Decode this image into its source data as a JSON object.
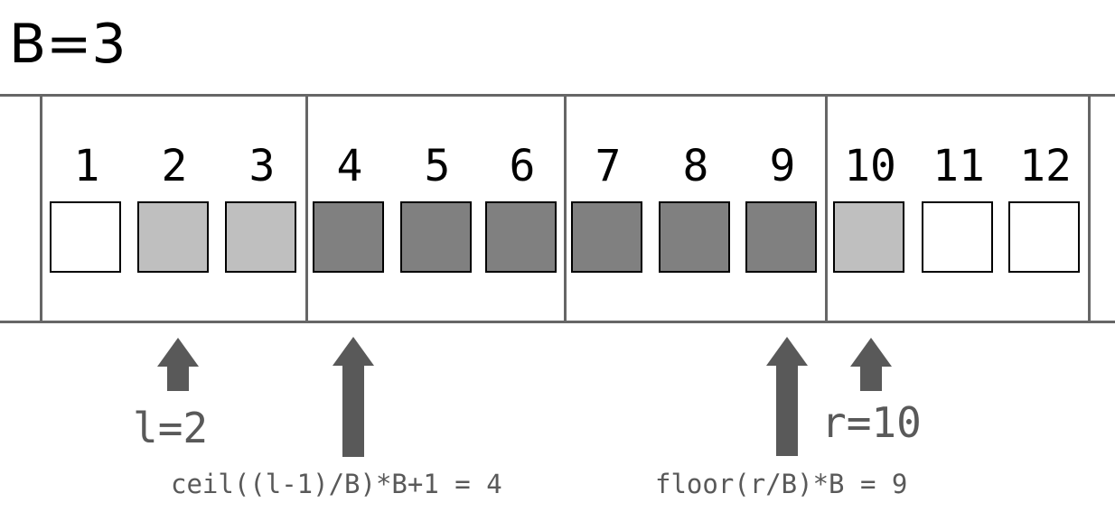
{
  "title": "B=3",
  "cells": [
    {
      "index": "1",
      "shade": "white"
    },
    {
      "index": "2",
      "shade": "light"
    },
    {
      "index": "3",
      "shade": "light"
    },
    {
      "index": "4",
      "shade": "dark"
    },
    {
      "index": "5",
      "shade": "dark"
    },
    {
      "index": "6",
      "shade": "dark"
    },
    {
      "index": "7",
      "shade": "dark"
    },
    {
      "index": "8",
      "shade": "dark"
    },
    {
      "index": "9",
      "shade": "dark"
    },
    {
      "index": "10",
      "shade": "light"
    },
    {
      "index": "11",
      "shade": "white"
    },
    {
      "index": "12",
      "shade": "white"
    }
  ],
  "colors": {
    "white": "#ffffff",
    "light": "#bfbfbf",
    "dark": "#808080",
    "arrow": "#595959",
    "border": "#666666"
  },
  "labels": {
    "l": "l=2",
    "r": "r=10",
    "ceil_formula": "ceil((l-1)/B)*B+1 = 4",
    "floor_formula": "floor(r/B)*B = 9"
  }
}
